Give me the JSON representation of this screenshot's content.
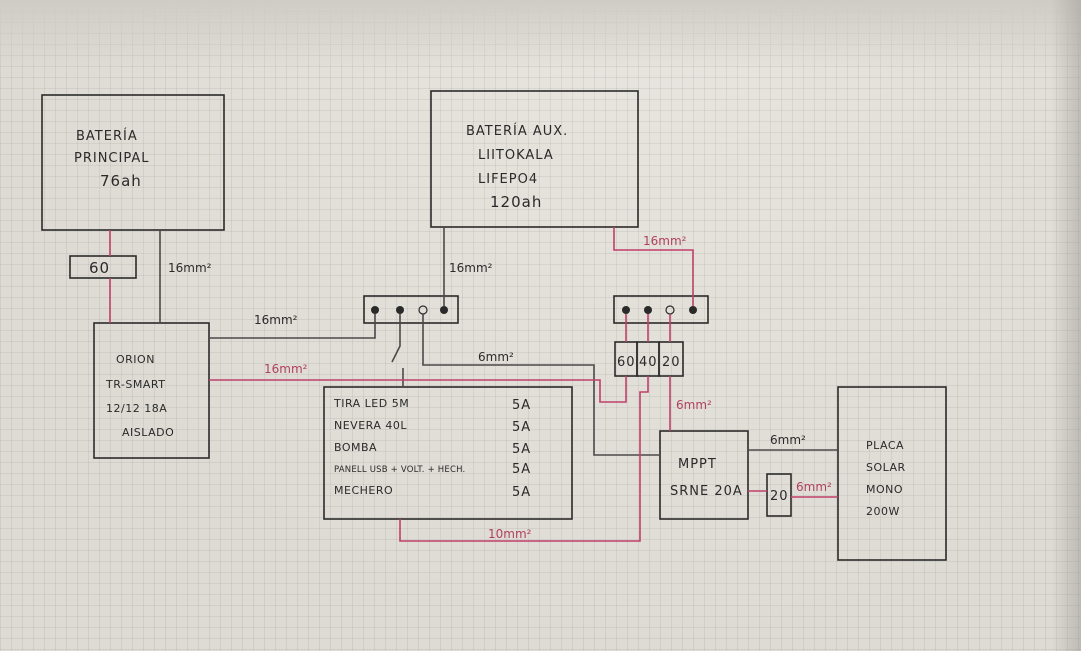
{
  "blocks": {
    "bateria_principal": [
      "BATERÍA",
      "PRINCIPAL",
      "76ah"
    ],
    "bateria_aux": [
      "BATERÍA AUX.",
      "LIITOKALA",
      "LIFEPO4",
      "120ah"
    ],
    "orion": [
      "ORION",
      "TR-SMART",
      "12/12 18A",
      "AISLADO"
    ],
    "mppt": [
      "MPPT",
      "SRNE 20A"
    ],
    "placa": [
      "PLACA",
      "SOLAR",
      "MONO",
      "200W"
    ]
  },
  "fuses": {
    "main": "60",
    "aux_block": [
      "60",
      "40",
      "20"
    ],
    "solar": "20"
  },
  "loads": [
    {
      "name": "TIRA LED 5M",
      "amps": "5A"
    },
    {
      "name": "NEVERA 40L",
      "amps": "5A"
    },
    {
      "name": "BOMBA",
      "amps": "5A"
    },
    {
      "name": "PANELL USB + VOLT. + HECH.",
      "amps": "5A"
    },
    {
      "name": "MECHERO",
      "amps": "5A"
    }
  ],
  "wire_labels": {
    "principal_orion": "16mm²",
    "orion_busbar": "16mm²",
    "aux_busbar": "16mm²",
    "aux_fuseblock": "16mm²",
    "orion_fuse": "16mm²",
    "busbar_mppt": "6mm²",
    "fuse_mppt": "6mm²",
    "mppt_placa_neg": "6mm²",
    "mppt_placa_pos": "6mm²",
    "loads_return": "10mm²"
  },
  "colors": {
    "positive_wire": "#c0406a",
    "negative_wire": "#4a4a4a",
    "ink": "#2a2a2a"
  }
}
